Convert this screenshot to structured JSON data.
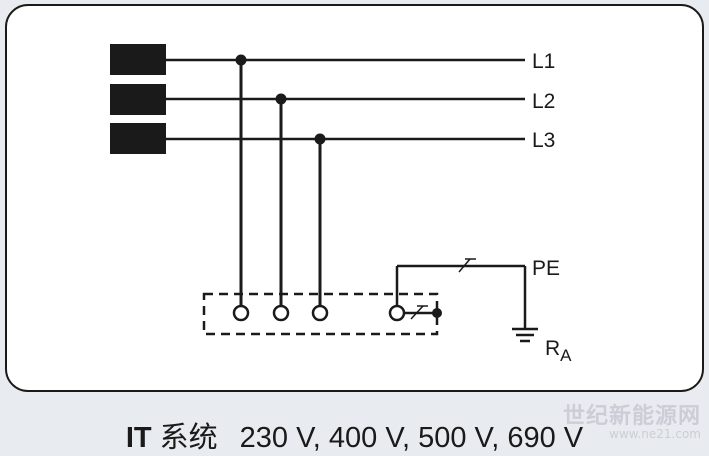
{
  "diagram": {
    "phase_labels": [
      "L1",
      "L2",
      "L3"
    ],
    "pe_label": "PE",
    "ra_label": {
      "main": "R",
      "sub": "A"
    }
  },
  "caption": {
    "system_code": "IT",
    "system_word": "系统",
    "voltages": "230 V, 400 V, 500 V, 690 V"
  },
  "watermark": {
    "text": "世纪新能源网",
    "url": "www.ne21.com"
  },
  "colors": {
    "background": "#e8ecf0",
    "panel": "#ffffff",
    "line": "#1a1a1a"
  }
}
